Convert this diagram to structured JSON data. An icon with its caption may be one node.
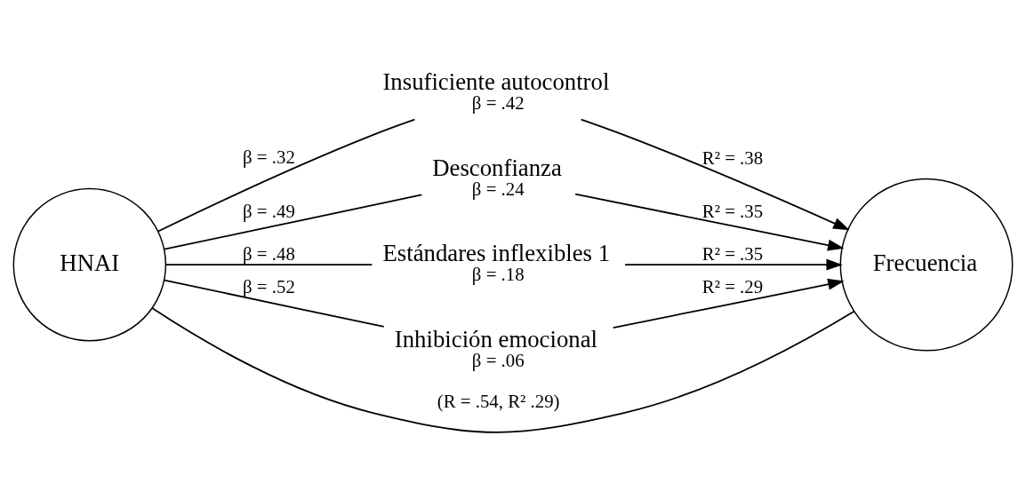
{
  "diagram": {
    "nodes": [
      {
        "text": [
          "HNAI"
        ]
      },
      {
        "text": [
          "Insuficiente autocontrol"
        ],
        "beside": [
          "β = .42"
        ]
      },
      {
        "text": [
          "Desconfianza"
        ],
        "beside": [
          "β = .24"
        ]
      },
      {
        "text": [
          "Estándares inflexibles 1"
        ],
        "beside": [
          "β = .18"
        ]
      },
      {
        "text": [
          "Inhibición emocional"
        ],
        "beside": [
          "β = .06"
        ]
      },
      {
        "text": [
          "Frecuencia"
        ]
      }
    ],
    "edges": [
      {
        "from": 0,
        "to": 1,
        "arrow": "none",
        "label": "β = .32"
      },
      {
        "from": 0,
        "to": 2,
        "arrow": "none",
        "label": "β = .49"
      },
      {
        "from": 0,
        "to": 3,
        "arrow": "none",
        "label": "β = .48"
      },
      {
        "from": 0,
        "to": 4,
        "arrow": "none",
        "label": "β = .52"
      },
      {
        "from": 1,
        "to": 5,
        "arrow": "to",
        "label": "R² = .38"
      },
      {
        "from": 2,
        "to": 5,
        "arrow": "to",
        "label": "R² = .35"
      },
      {
        "from": 3,
        "to": 5,
        "arrow": "to",
        "label": "R² = .35"
      },
      {
        "from": 4,
        "to": 5,
        "arrow": "to",
        "label": "R² = .29"
      },
      {
        "from": 0,
        "to": 5,
        "arrow": "none",
        "label": "(R = .54, R² .29)"
      }
    ]
  }
}
